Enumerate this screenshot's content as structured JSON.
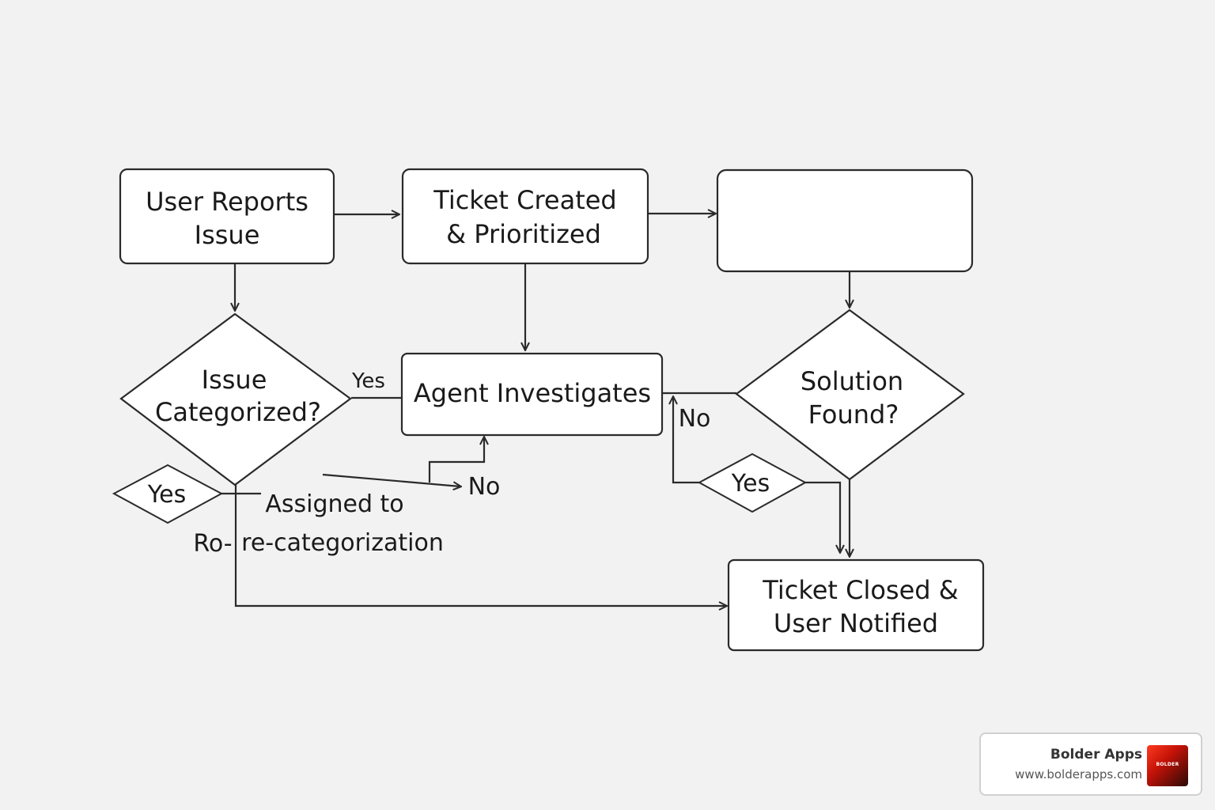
{
  "nodes": {
    "user_reports": [
      "User Reports",
      "Issue"
    ],
    "ticket_created": [
      "Ticket Created",
      "& Prioritized"
    ],
    "empty_box": "",
    "issue_categorized": [
      "Issue",
      "Categorized?"
    ],
    "agent_investigates": "Agent Investigates",
    "solution_found": [
      "Solution",
      "Found?"
    ],
    "yes_diamond_left": "Yes",
    "yes_diamond_right": "Yes",
    "ticket_closed": [
      "Ticket Closed &",
      "User Notified"
    ]
  },
  "labels": {
    "yes_top": "Yes",
    "no_middle": "No",
    "no_right": "No",
    "assigned_to": "Assigned to",
    "ro_prefix": "Ro-",
    "re_categorization": "re-categorization"
  },
  "badge": {
    "name": "Bolder Apps",
    "url": "www.bolderapps.com",
    "logo_text": "BOLDER"
  },
  "colors": {
    "background": "#f2f2f2",
    "stroke": "#2a2a2a",
    "text": "#1a1a1a"
  }
}
